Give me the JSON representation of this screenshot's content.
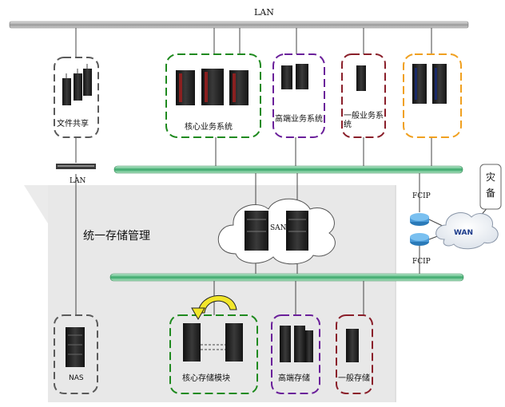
{
  "labels": {
    "lan_bus": "LAN",
    "lan_switch": "LAN",
    "file_share": "文件共享",
    "core_business": "核心业务系统",
    "high_business": "高端业务系统",
    "general_business": "一般业务系统",
    "unified_storage": "统一存储管理",
    "san": "SAN",
    "fcip_top": "FCIP",
    "fcip_bottom": "FCIP",
    "wan": "WAN",
    "backup": "灾备",
    "nas": "NAS",
    "core_storage": "核心存储模块",
    "high_storage": "高端存储",
    "general_storage": "一般存储"
  },
  "colors": {
    "gray_box": "#5a5a5a",
    "green_box": "#1f8a1f",
    "purple_box": "#6a1f9a",
    "red_box": "#8a1f2a",
    "orange_box": "#f0a020",
    "bus_green": "#4fb87a",
    "panel": "#e8e8e8",
    "arrow_yellow": "#f2e62a"
  }
}
